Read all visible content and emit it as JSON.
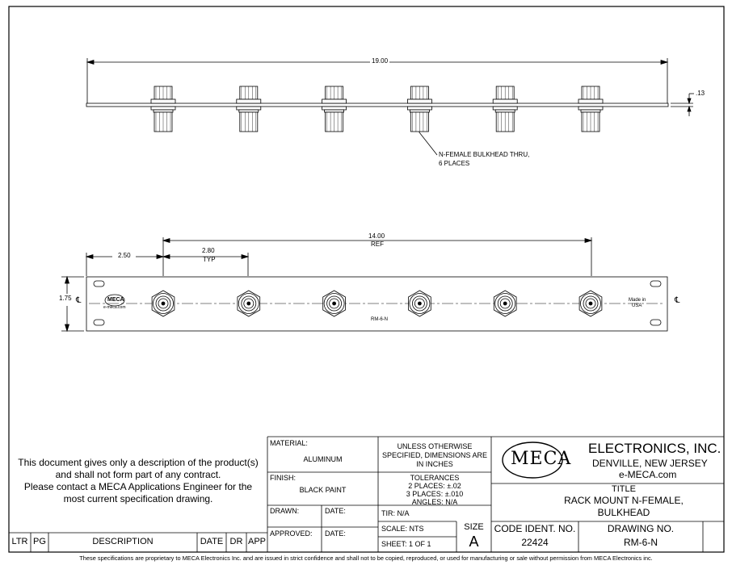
{
  "drawing": {
    "overall_length": "19.00",
    "thickness": ".13",
    "callout_line1": "N-FEMALE BULKHEAD THRU,",
    "callout_line2": "6 PLACES",
    "ref_length": "14.00",
    "ref_label": "REF",
    "first_offset": "2.50",
    "spacing": "2.80",
    "spacing_label": "TYP",
    "height": "1.75",
    "centerline_symbol": "℄",
    "panel_logo_text": "MECA",
    "panel_url": "e-meca.com",
    "panel_made_line1": "Made in",
    "panel_made_line2": "USA",
    "panel_part_number": "RM-6-N",
    "connector_count": 6
  },
  "notice": {
    "line1": "This document gives only a description of the product(s)",
    "line2": "and shall not form part of any contract.",
    "line3": "Please contact a MECA Applications Engineer for the",
    "line4": "most current specification drawing."
  },
  "revision": {
    "ltr": "LTR",
    "pg": "PG",
    "description": "DESCRIPTION",
    "date": "DATE",
    "dr": "DR",
    "app": "APP"
  },
  "title_block": {
    "material_label": "MATERIAL:",
    "material_value": "ALUMINUM",
    "finish_label": "FINISH:",
    "finish_value": "BLACK PAINT",
    "drawn_label": "DRAWN:",
    "date_label": "DATE:",
    "approved_label": "APPROVED:",
    "date_label2": "DATE:",
    "unless_line1": "UNLESS OTHERWISE",
    "unless_line2": "SPECIFIED, DIMENSIONS ARE",
    "unless_line3": "IN INCHES",
    "tol_title": "TOLERANCES",
    "tol_2": "2 PLACES: ±.02",
    "tol_3": "3 PLACES: ±.010",
    "tol_angles": "ANGLES: N/A",
    "tir": "TIR: N/A",
    "scale": "SCALE: NTS",
    "sheet": "SHEET: 1 OF 1",
    "size_label": "SIZE",
    "size_value": "A",
    "logo_text": "MECA",
    "company": "ELECTRONICS, INC.",
    "location": "DENVILLE, NEW JERSEY",
    "website": "e-MECA.com",
    "title_label": "TITLE",
    "title_line1": "RACK MOUNT N-FEMALE,",
    "title_line2": "BULKHEAD",
    "code_ident_label": "CODE IDENT. NO.",
    "code_ident_value": "22424",
    "drawing_no_label": "DRAWING NO.",
    "drawing_no_value": "RM-6-N"
  },
  "footer": "These specifications are proprietary to MECA Electronics Inc. and are  issued in strict confidence and shall not to be copied, reproduced, or used for manufacturing or sale without permission from MECA Electronics inc."
}
